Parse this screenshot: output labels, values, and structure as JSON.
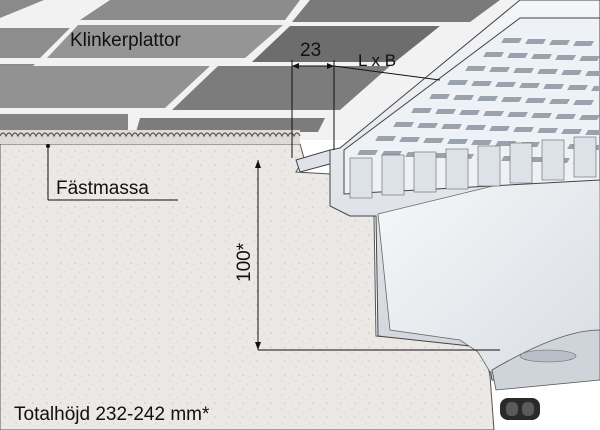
{
  "labels": {
    "tiles": "Klinkerplattor",
    "dim_flange": "23",
    "dim_grate": "L x B",
    "adhesive": "Fästmassa",
    "height_dim": "100*",
    "total_height": "Totalhöjd 232-242 mm*"
  },
  "colors": {
    "tile_light": "#8f8f8f",
    "tile_dark": "#6e6e6e",
    "grout": "#f2f2f2",
    "concrete": "#ebe8e6",
    "steel": "#e4e7ec",
    "steel_shadow": "#c3c8d0"
  }
}
